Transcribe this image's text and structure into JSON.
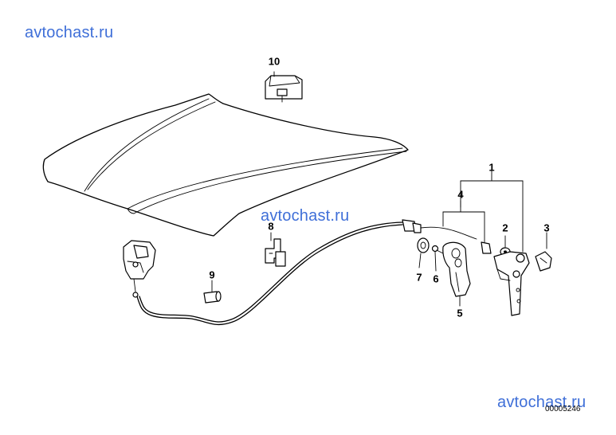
{
  "watermarks": [
    "avtochast.ru",
    "avtochast.ru",
    "avtochast.ru"
  ],
  "callouts": {
    "p1": "1",
    "p2": "2",
    "p3": "3",
    "p4": "4",
    "p5": "5",
    "p6": "6",
    "p7": "7",
    "p8": "8",
    "p9": "9",
    "p10": "10"
  },
  "doc_id": "00005246"
}
